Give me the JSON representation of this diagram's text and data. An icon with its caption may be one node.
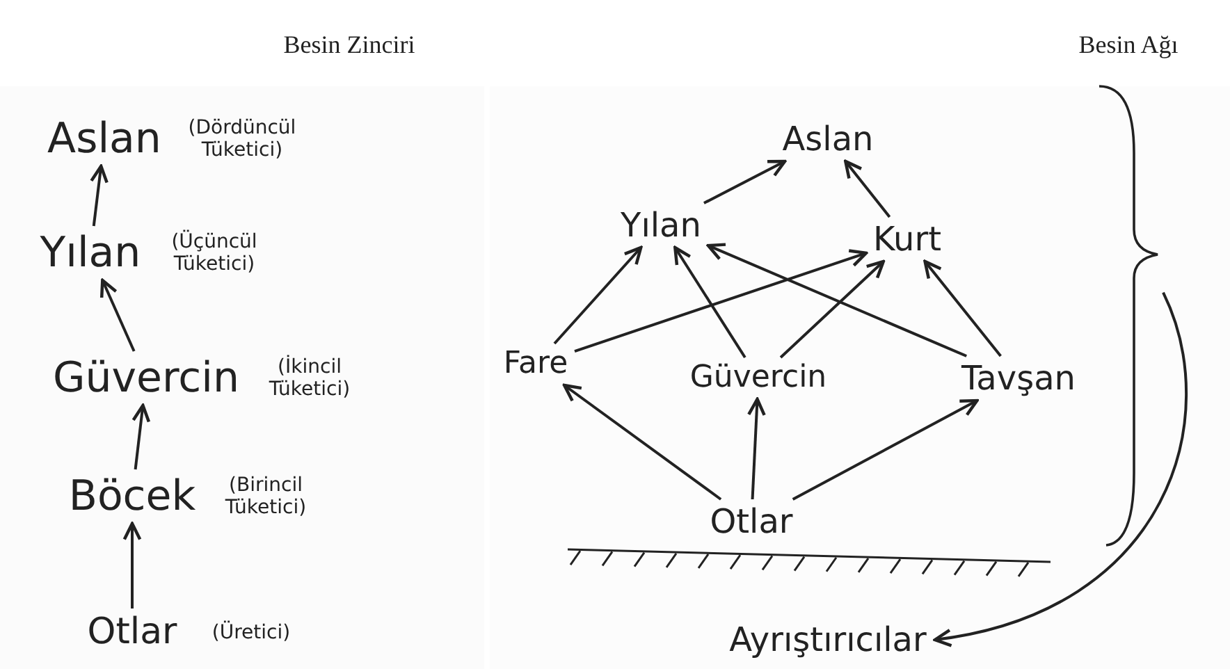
{
  "diagram": {
    "nodes": [
      {
        "text": [
          "Aslan"
        ],
        "beside": [
          "(Dördüncül Tüketici)"
        ]
      },
      {
        "text": [
          "Yılan"
        ],
        "beside": [
          "(Üçüncül Tüketici)"
        ]
      },
      {
        "text": [
          "Güvercin"
        ],
        "beside": [
          "(İkincil Tüketici)"
        ]
      },
      {
        "text": [
          "Böcek"
        ],
        "beside": [
          "(Birincil Tüketici)"
        ]
      },
      {
        "text": [
          "Otlar"
        ],
        "beside": [
          "(Üretici)"
        ]
      },
      {
        "text": [
          "Aslan"
        ]
      },
      {
        "text": [
          "Yılan"
        ]
      },
      {
        "text": [
          "Kurt"
        ]
      },
      {
        "text": [
          "Fare"
        ]
      },
      {
        "text": [
          "Güvercin"
        ]
      },
      {
        "text": [
          "Tavşan"
        ]
      },
      {
        "text": [
          "Otlar"
        ]
      },
      {
        "text": [
          "Ayrıştırıcılar"
        ]
      },
      {
        "text": [],
        "shape": "bracket"
      }
    ],
    "edges": [
      {
        "from": 4,
        "to": 3,
        "arrow": "to"
      },
      {
        "from": 3,
        "to": 2,
        "arrow": "to"
      },
      {
        "from": 2,
        "to": 1,
        "arrow": "to"
      },
      {
        "from": 1,
        "to": 0,
        "arrow": "to"
      },
      {
        "from": 6,
        "to": 5,
        "arrow": "to"
      },
      {
        "from": 7,
        "to": 5,
        "arrow": "to"
      },
      {
        "from": 8,
        "to": 6,
        "arrow": "to"
      },
      {
        "from": 8,
        "to": 7,
        "arrow": "to"
      },
      {
        "from": 9,
        "to": 6,
        "arrow": "to"
      },
      {
        "from": 9,
        "to": 7,
        "arrow": "to"
      },
      {
        "from": 10,
        "to": 6,
        "arrow": "to"
      },
      {
        "from": 10,
        "to": 7,
        "arrow": "to"
      },
      {
        "from": 11,
        "to": 8,
        "arrow": "to"
      },
      {
        "from": 11,
        "to": 9,
        "arrow": "to"
      },
      {
        "from": 11,
        "to": 10,
        "arrow": "to"
      },
      {
        "from": 13,
        "to": 12,
        "arrow": "to"
      }
    ],
    "labels": [
      "Besin Zinciri",
      "Besin Ağı"
    ]
  }
}
